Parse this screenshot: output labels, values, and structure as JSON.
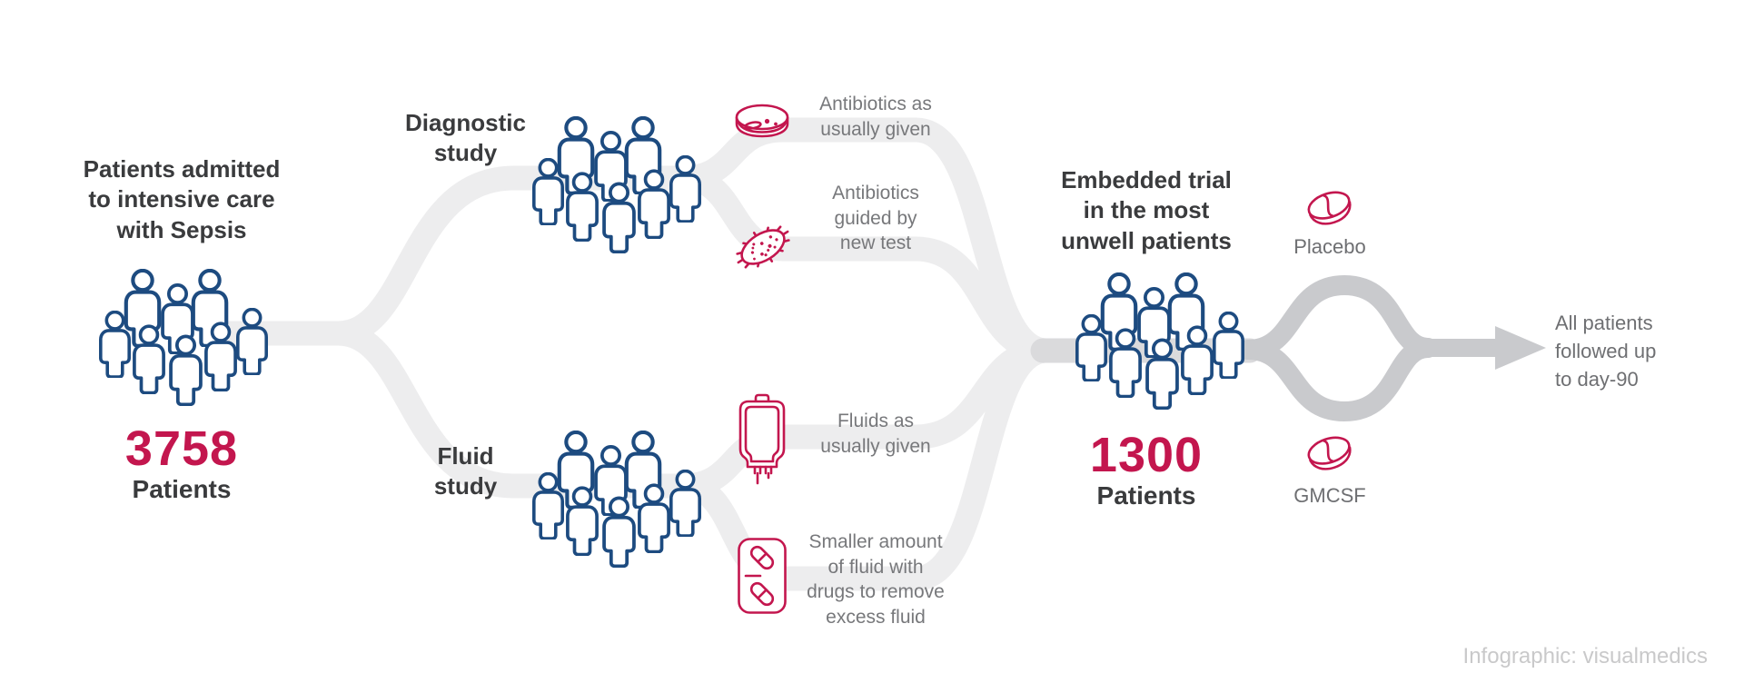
{
  "page": {
    "credit": "Infographic: visualmedics"
  },
  "colors": {
    "accent_crimson": "#c3164e",
    "person_navy": "#1d4b80",
    "flow_light": "#ededee",
    "flow_mid": "#dadadc",
    "flow_dark": "#c9cacd",
    "heading_text": "#3a3b3d",
    "label_text": "#77787b",
    "credit_text": "#c9c9ca"
  },
  "start": {
    "title": "Patients admitted\nto intensive care\nwith Sepsis",
    "count": "3758",
    "count_label": "Patients"
  },
  "diagnostic_study": {
    "label": "Diagnostic\nstudy",
    "arms": [
      {
        "icon": "petri-dish",
        "label": "Antibiotics as\nusually given"
      },
      {
        "icon": "bacteria",
        "label": "Antibiotics\nguided by\nnew test"
      }
    ]
  },
  "fluid_study": {
    "label": "Fluid\nstudy",
    "arms": [
      {
        "icon": "iv-fluid-bag",
        "label": "Fluids as\nusually given"
      },
      {
        "icon": "pill-pack",
        "label": "Smaller amount\nof fluid with\ndrugs to remove\nexcess fluid"
      }
    ]
  },
  "embedded_trial": {
    "title": "Embedded trial\nin the most\nunwell patients",
    "count": "1300",
    "count_label": "Patients",
    "arms": [
      {
        "icon": "tablet-pill",
        "label": "Placebo"
      },
      {
        "icon": "tablet-pill",
        "label": "GMCSF"
      }
    ]
  },
  "followup": {
    "label": "All patients\nfollowed up\nto day-90"
  }
}
